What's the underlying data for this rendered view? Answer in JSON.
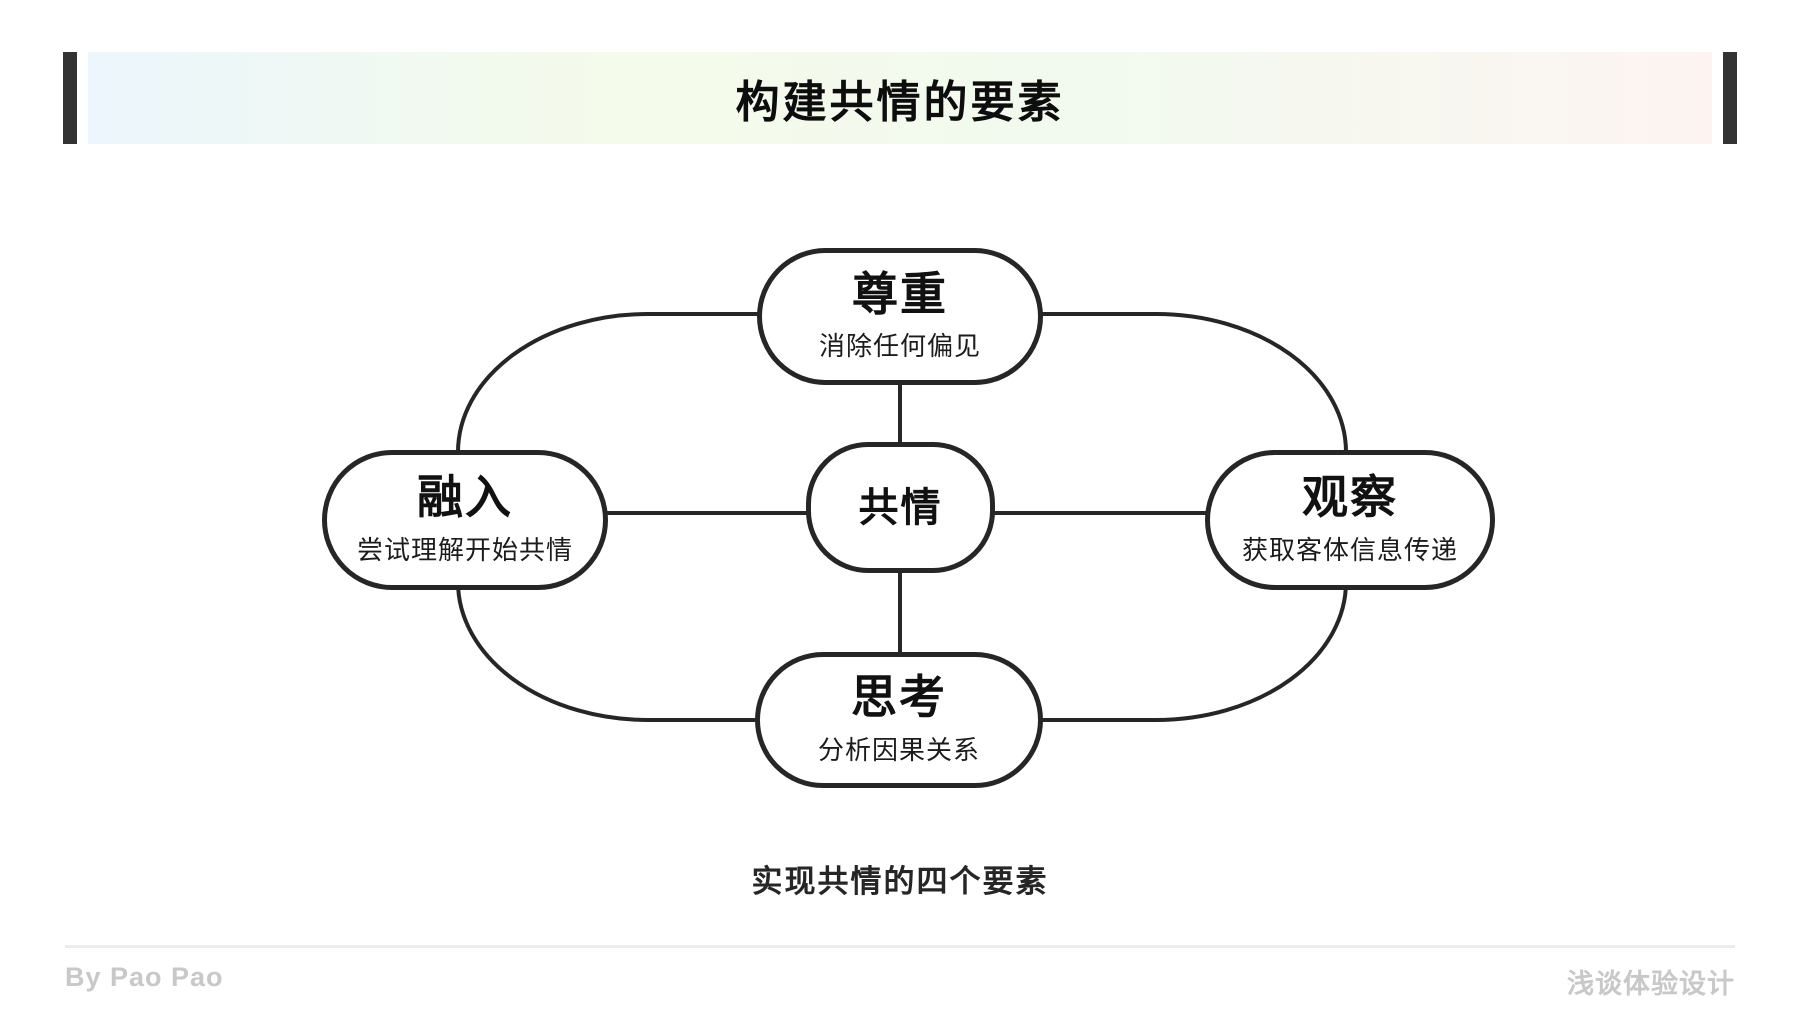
{
  "header": {
    "title": "构建共情的要素"
  },
  "diagram": {
    "type": "concept-map",
    "center": {
      "title": "共情"
    },
    "nodes": [
      {
        "id": "respect",
        "position": "top",
        "title": "尊重",
        "subtitle": "消除任何偏见"
      },
      {
        "id": "integrate",
        "position": "left",
        "title": "融入",
        "subtitle": "尝试理解开始共情"
      },
      {
        "id": "observe",
        "position": "right",
        "title": "观察",
        "subtitle": "获取客体信息传递"
      },
      {
        "id": "think",
        "position": "bottom",
        "title": "思考",
        "subtitle": "分析因果关系"
      },
      {
        "id": "empathy",
        "position": "center",
        "title": "共情",
        "subtitle": ""
      }
    ],
    "connections": [
      [
        "共情",
        "尊重"
      ],
      [
        "共情",
        "融入"
      ],
      [
        "共情",
        "观察"
      ],
      [
        "共情",
        "思考"
      ],
      [
        "尊重",
        "融入"
      ],
      [
        "尊重",
        "观察"
      ],
      [
        "思考",
        "融入"
      ],
      [
        "思考",
        "观察"
      ]
    ],
    "caption": "实现共情的四个要素"
  },
  "footer": {
    "author": "By Pao Pao",
    "brand": "浅谈体验设计"
  },
  "colors": {
    "line": "#262626",
    "node_border": "#262626",
    "node_fill": "#ffffff",
    "title_text": "#0d0d0d",
    "caption_text": "#262626",
    "footer_text": "#c8c8c8",
    "footer_divider": "#ececec",
    "header_bar": "#333333",
    "header_gradient": [
      "#ecf6fc",
      "#f4fbea",
      "#f2faf0",
      "#fdf4f1"
    ]
  }
}
